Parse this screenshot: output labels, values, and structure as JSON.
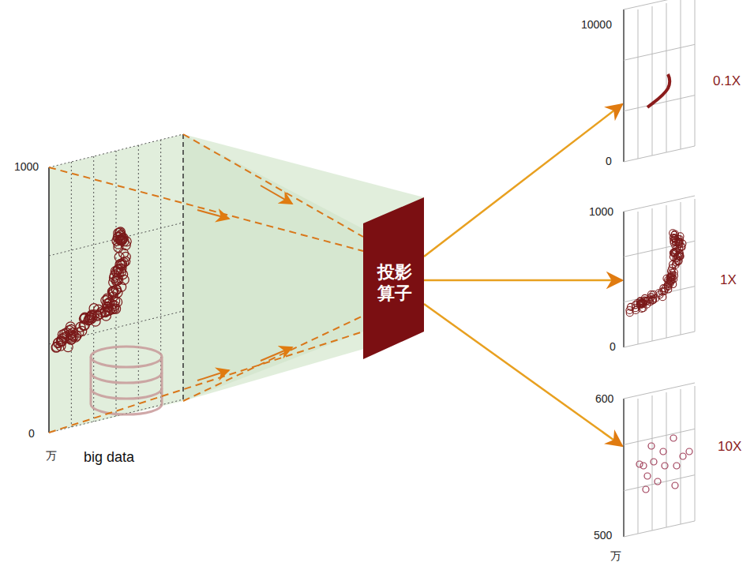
{
  "diagram": {
    "nodes": [
      {
        "text": [
          "投影算子"
        ]
      }
    ],
    "edges": [],
    "labels": [
      "1000",
      "0",
      "万",
      "big data",
      "10000",
      "0",
      "0.1X",
      "1000",
      "0",
      "1X",
      "600",
      "500",
      "万",
      "10X"
    ]
  }
}
